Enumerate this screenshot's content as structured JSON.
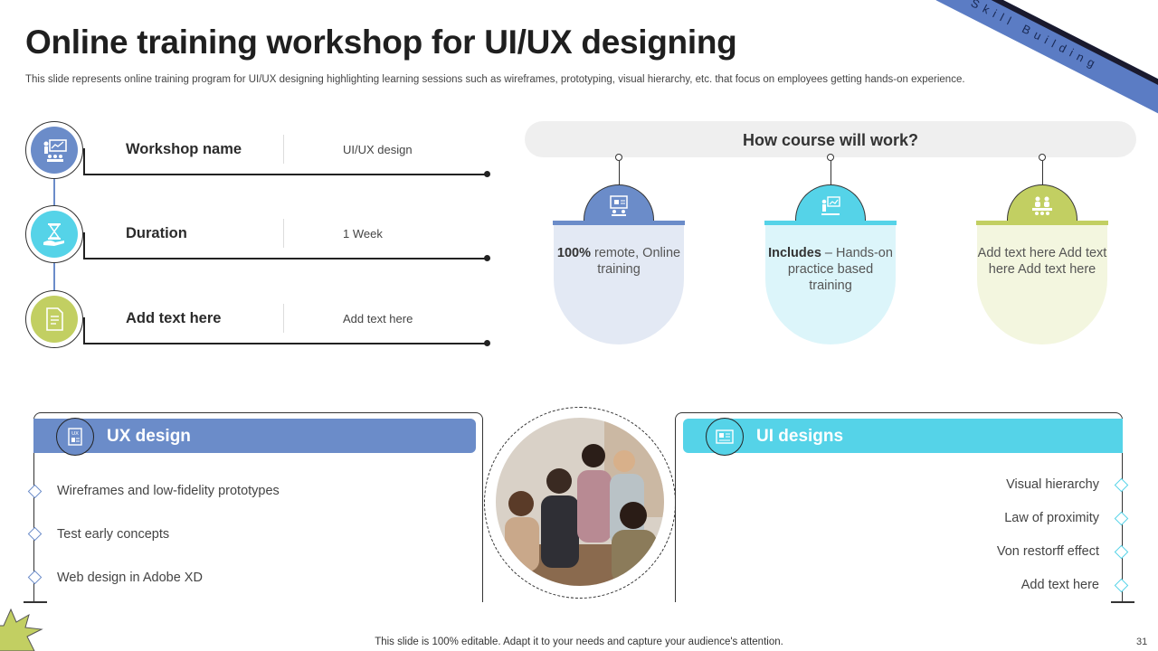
{
  "title": "Online training workshop for UI/UX designing",
  "subtitle": "This slide represents online training program for UI/UX designing highlighting learning sessions such as wireframes, prototyping, visual hierarchy, etc. that focus on employees getting hands-on experience.",
  "ribbon_text": "Skill Building",
  "info_rows": [
    {
      "label": "Workshop name",
      "value": "UI/UX design",
      "icon": "presentation-icon",
      "color": "#6b8cc9"
    },
    {
      "label": "Duration",
      "value": "1 Week",
      "icon": "hourglass-icon",
      "color": "#55d3e8"
    },
    {
      "label": "Add text here",
      "value": "Add text here",
      "icon": "document-icon",
      "color": "#c2cf62"
    }
  ],
  "course": {
    "heading": "How course will work?",
    "cards": [
      {
        "bold": "100%",
        "text": " remote, Online training",
        "icon": "presentation-board-icon",
        "color": "#6b8cc9",
        "bg": "#e3e9f4"
      },
      {
        "bold": "Includes",
        "text": " – Hands-on practice based training",
        "icon": "trainer-icon",
        "color": "#55d3e8",
        "bg": "#dcf5fa"
      },
      {
        "bold": "",
        "text": "Add text here Add text here Add text here",
        "icon": "team-icon",
        "color": "#c2cf62",
        "bg": "#f3f6df"
      }
    ]
  },
  "ux": {
    "title": "UX design",
    "icon": "ux-wireframe-icon",
    "items": [
      "Wireframes and low-fidelity prototypes",
      "Test early concepts",
      "Web design in Adobe XD"
    ]
  },
  "ui": {
    "title": "UI designs",
    "icon": "ui-layout-icon",
    "items": [
      "Visual hierarchy",
      "Law of proximity",
      "Von restorff effect",
      "Add text here"
    ]
  },
  "photo_icon": "team-photo",
  "footer": "This slide is 100% editable. Adapt it to your needs and capture your audience's attention.",
  "page_number": "31",
  "colors": {
    "blue": "#6b8cc9",
    "cyan": "#55d3e8",
    "green": "#c2cf62"
  }
}
